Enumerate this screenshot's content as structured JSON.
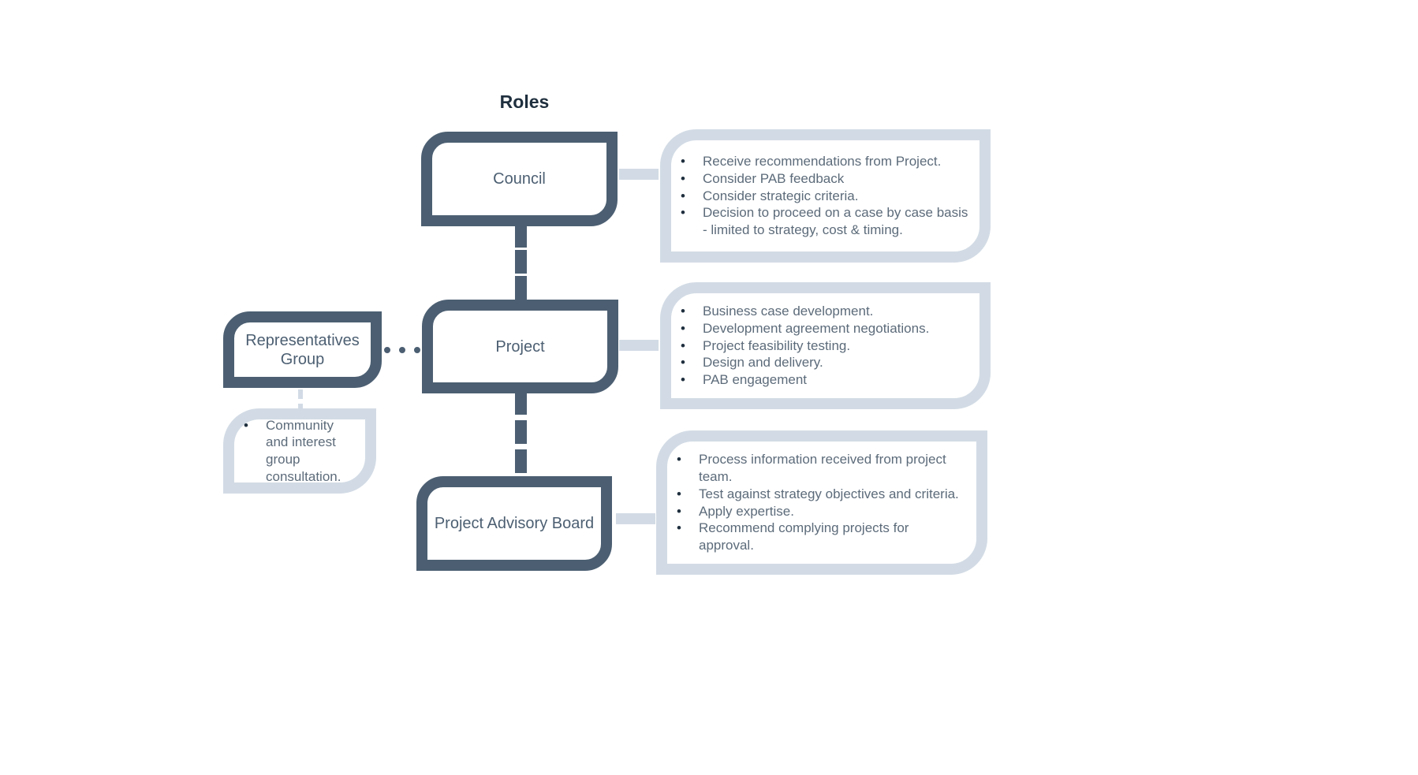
{
  "title": "Roles",
  "roles": {
    "council": "Council",
    "project": "Project",
    "representatives": "Representatives Group",
    "pab": "Project Advisory Board"
  },
  "responsibilities": {
    "council": [
      "Receive recommendations from Project.",
      "Consider PAB feedback",
      "Consider strategic criteria.",
      "Decision to proceed on a case by case basis - limited to strategy, cost & timing."
    ],
    "project": [
      "Business case development.",
      "Development agreement negotiations.",
      "Project feasibility testing.",
      "Design and delivery.",
      "PAB engagement"
    ],
    "representatives": [
      "Community and interest group consultation."
    ],
    "pab": [
      "Process information received from project team.",
      "Test against strategy objectives and criteria.",
      "Apply expertise.",
      "Recommend complying projects for approval."
    ]
  },
  "colors": {
    "role_border": "#4c5f72",
    "responsibility_border": "#d2dbe5",
    "title": "#1f2f3e"
  }
}
